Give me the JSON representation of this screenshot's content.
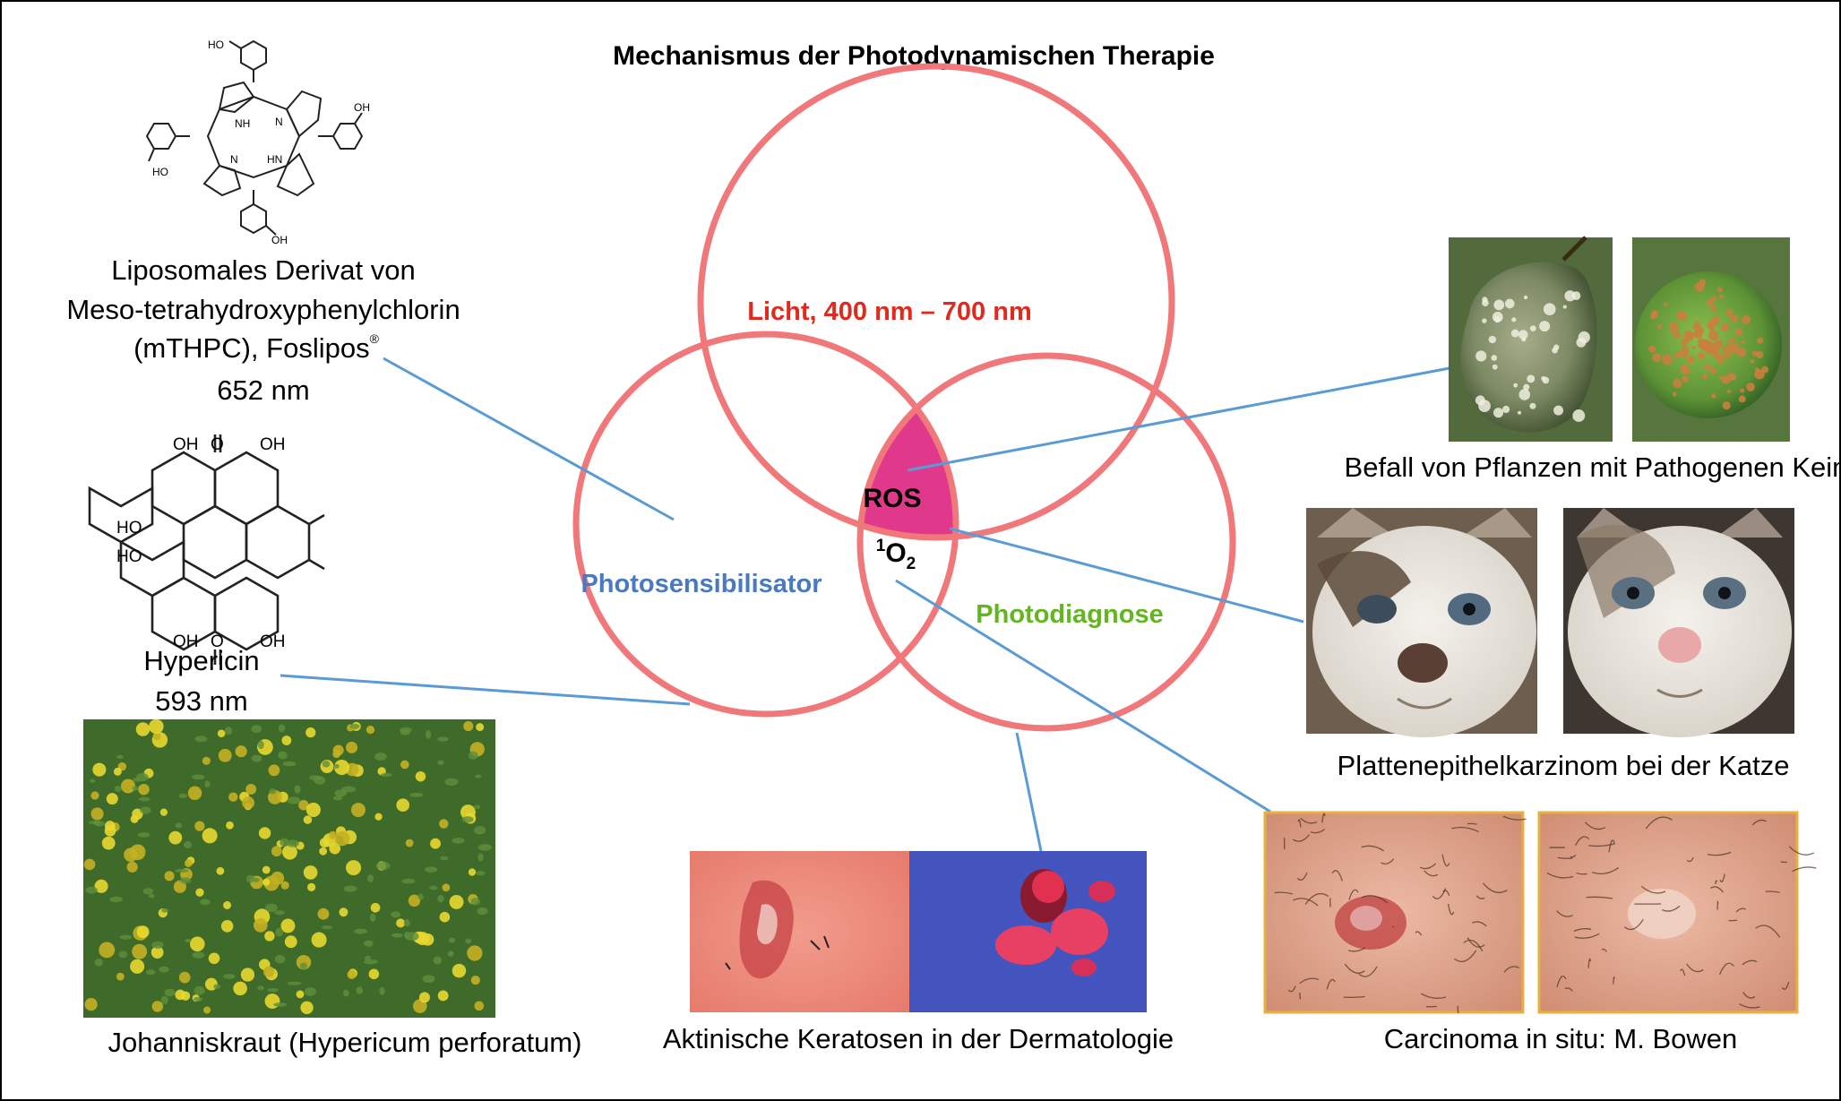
{
  "title": "Mechanismus der Photodynamischen Therapie",
  "venn": {
    "top_label": "Licht, 400 nm – 700 nm",
    "left_label": "Photosensibilisator",
    "right_label": "Photodiagnose",
    "center_label_1": "ROS",
    "center_label_2_main": "O",
    "center_label_2_sup": "1",
    "center_label_2_sub": "2",
    "colors": {
      "circle_stroke": "#f0787a",
      "center_fill": "#e0388a",
      "top_label": "#e02a1e",
      "left_label": "#4a79c2",
      "right_label": "#63b521",
      "connector": "#5b9bd5"
    }
  },
  "mthpc": {
    "line1": "Liposomales Derivat von",
    "line2": "Meso-tetrahydroxyphenylchlorin",
    "line3": "(mTHPC), Foslipos",
    "reg": "®",
    "wavelength": "652 nm",
    "atoms": {
      "oh": "HO",
      "oh2": "OH",
      "nh": "NH",
      "hn": "HN",
      "n": "N"
    }
  },
  "hypericin": {
    "name": "Hypericin",
    "wavelength": "593 nm",
    "atoms": {
      "oh": "OH",
      "ho": "HO",
      "o": "O"
    }
  },
  "captions": {
    "johanniskraut": "Johanniskraut (Hypericum perforatum)",
    "keratosen": "Aktinische Keratosen in der Dermatologie",
    "pflanzen": "Befall von Pflanzen mit Pathogenen Keimen",
    "katze": "Plattenepithelkarzinom bei der Katze",
    "bowen": "Carcinoma in situ: M. Bowen"
  },
  "photos": {
    "flowers": "Johanniskraut-Blüten",
    "keratosis": "Aktinische Keratose",
    "fluorescence": "Fluoreszenz",
    "fruit1": "Birne",
    "fruit2": "Orange",
    "cat1": "Katze vorher",
    "cat2": "Katze nachher",
    "skin1": "Haut vorher",
    "skin2": "Haut nachher"
  }
}
